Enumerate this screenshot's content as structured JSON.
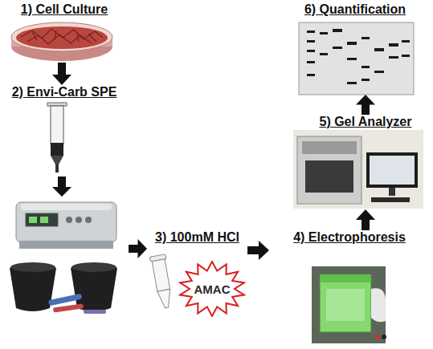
{
  "diagram": {
    "nodes": [
      {
        "text": [
          "1) Cell Culture"
        ]
      },
      {
        "text": [
          "2) Envi-Carb SPE"
        ]
      },
      {
        "text": [
          "3) 100mM HCl"
        ]
      },
      {
        "text": [
          "AMAC"
        ],
        "in": 2
      },
      {
        "text": [
          "4) Electrophoresis"
        ]
      },
      {
        "text": [
          "5) Gel Analyzer"
        ]
      },
      {
        "text": [
          "6) Quantification"
        ]
      }
    ],
    "edges": [
      {
        "from": 0,
        "to": 1,
        "arrow": "to"
      },
      {
        "from": 1,
        "to": 2,
        "arrow": "to"
      },
      {
        "from": 2,
        "to": 4,
        "arrow": "to"
      },
      {
        "from": 4,
        "to": 5,
        "arrow": "to"
      },
      {
        "from": 5,
        "to": 6,
        "arrow": "to"
      }
    ]
  }
}
